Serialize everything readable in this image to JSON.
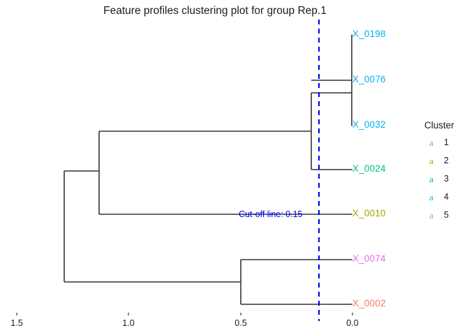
{
  "title": "Feature profiles clustering plot for group Rep.1",
  "cutoff": {
    "label": "Cut-off line: 0.15",
    "value": 0.15,
    "color": "#0000ff"
  },
  "axis": {
    "ticks": [
      "1.5",
      "1.0",
      "0.5",
      "0.0"
    ],
    "tick_values": [
      1.5,
      1.0,
      0.5,
      0.0
    ],
    "reversed": true,
    "label": ""
  },
  "legend": {
    "title": "Cluster",
    "key_glyph": "a",
    "items": [
      {
        "label": "1",
        "color": "#F8766D"
      },
      {
        "label": "2",
        "color": "#A3A500"
      },
      {
        "label": "3",
        "color": "#00BF7D"
      },
      {
        "label": "4",
        "color": "#00B0F6"
      },
      {
        "label": "5",
        "color": "#E76BF3"
      }
    ]
  },
  "leaves": [
    {
      "label": "X_0198",
      "cluster": 4,
      "color": "#00B0F6"
    },
    {
      "label": "X_0076",
      "cluster": 4,
      "color": "#00B0F6"
    },
    {
      "label": "X_0032",
      "cluster": 4,
      "color": "#00B0F6"
    },
    {
      "label": "X_0024",
      "cluster": 3,
      "color": "#00BF7D"
    },
    {
      "label": "X_0010",
      "cluster": 2,
      "color": "#A3A500"
    },
    {
      "label": "X_0074",
      "cluster": 5,
      "color": "#E76BF3"
    },
    {
      "label": "X_0002",
      "cluster": 1,
      "color": "#F8766D"
    }
  ],
  "chart_data": {
    "type": "dendrogram",
    "title": "Feature profiles clustering plot for group Rep.1",
    "xlabel": "",
    "ylabel": "",
    "orientation": "horizontal-right-to-left",
    "xlim": [
      1.55,
      -0.02
    ],
    "xticks": [
      1.5,
      1.0,
      0.5,
      0.0
    ],
    "grid": false,
    "legend_position": "right",
    "leaf_order": [
      "X_0198",
      "X_0076",
      "X_0032",
      "X_0024",
      "X_0010",
      "X_0074",
      "X_0002"
    ],
    "leaf_clusters": [
      4,
      4,
      4,
      3,
      2,
      5,
      1
    ],
    "cutoff_height": 0.15,
    "merges": [
      {
        "id": "n1",
        "children": [
          "X_0198",
          "X_0032"
        ],
        "height": 0.005
      },
      {
        "id": "n2",
        "children": [
          "n1",
          "X_0024"
        ],
        "height": 0.185
      },
      {
        "id": "n3",
        "children": [
          "X_0074",
          "X_0002"
        ],
        "height": 0.5
      },
      {
        "id": "n4",
        "children": [
          "n2",
          "X_0010"
        ],
        "height": 1.135
      },
      {
        "id": "n5",
        "children": [
          "n4",
          "n3"
        ],
        "height": 1.29
      }
    ]
  }
}
